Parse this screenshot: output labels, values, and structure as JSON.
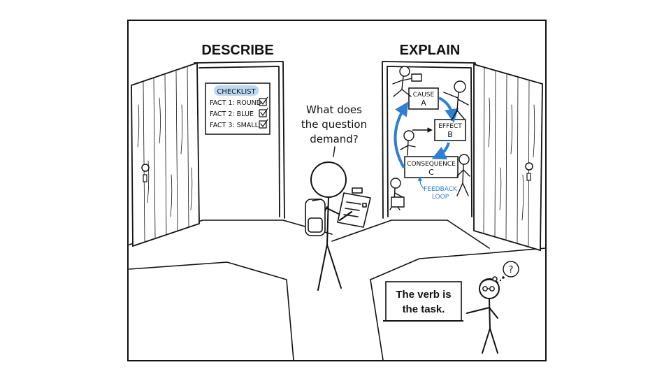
{
  "doors": {
    "left": {
      "heading": "DESCRIBE"
    },
    "right": {
      "heading": "EXPLAIN"
    }
  },
  "checklist": {
    "title": "CHECKLIST",
    "items": [
      "FACT 1: ROUND",
      "FACT 2: BLUE",
      "FACT 3: SMALL"
    ]
  },
  "thought": {
    "lines": [
      "What does",
      "the question",
      "demand?"
    ]
  },
  "diagram": {
    "cause": {
      "label": "CAUSE",
      "letter": "A"
    },
    "effect": {
      "label": "EFFECT",
      "letter": "B"
    },
    "consequence": {
      "label": "CONSEQUENCE",
      "letter": "C"
    },
    "feedback": [
      "FEEDBACK",
      "LOOP"
    ]
  },
  "teacher": {
    "board_lines": [
      "The verb is",
      "the task."
    ],
    "bubble": "?"
  },
  "colors": {
    "accent_blue": "#2f7fd0",
    "checklist_highlight": "#bcd8f3",
    "ink": "#111111"
  }
}
